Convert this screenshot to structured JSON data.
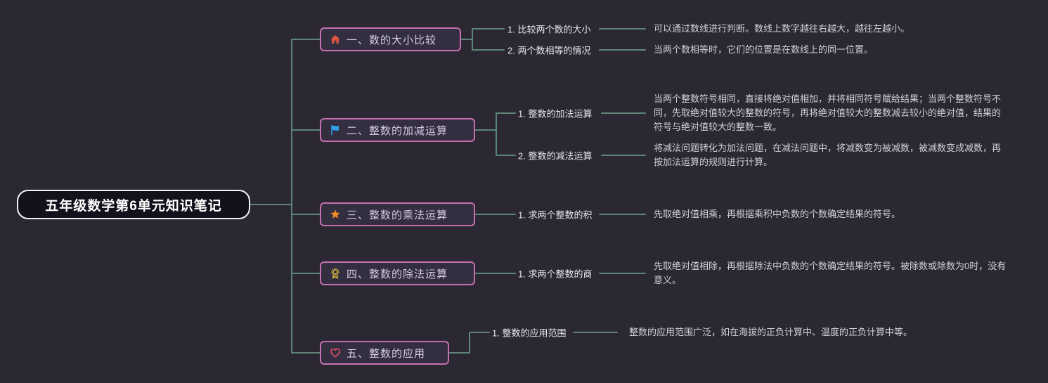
{
  "root": {
    "label": "五年级数学第6单元知识笔记"
  },
  "branches": [
    {
      "label": "一、数的大小比较",
      "icon": "home-icon",
      "children": [
        {
          "topic": "1. 比较两个数的大小",
          "detail": "可以通过数线进行判断。数线上数字越往右越大，越往左越小。"
        },
        {
          "topic": "2. 两个数相等的情况",
          "detail": "当两个数相等时，它们的位置是在数线上的同一位置。"
        }
      ]
    },
    {
      "label": "二、整数的加减运算",
      "icon": "flag-icon",
      "children": [
        {
          "topic": "1. 整数的加法运算",
          "detail": "当两个整数符号相同，直接将绝对值相加，并将相同符号赋给结果；当两个整数符号不同，先取绝对值较大的整数的符号，再将绝对值较大的整数减去较小的绝对值，结果的符号与绝对值较大的整数一致。"
        },
        {
          "topic": "2. 整数的减法运算",
          "detail": "将减法问题转化为加法问题，在减法问题中，将减数变为被减数，被减数变成减数，再按加法运算的规则进行计算。"
        }
      ]
    },
    {
      "label": "三、整数的乘法运算",
      "icon": "star-icon",
      "children": [
        {
          "topic": "1. 求两个整数的积",
          "detail": "先取绝对值相乘，再根据乘积中负数的个数确定结果的符号。"
        }
      ]
    },
    {
      "label": "四、整数的除法运算",
      "icon": "medal-icon",
      "children": [
        {
          "topic": "1. 求两个整数的商",
          "detail": "先取绝对值相除，再根据除法中负数的个数确定结果的符号。被除数或除数为0时，没有意义。"
        }
      ]
    },
    {
      "label": "五、整数的应用",
      "icon": "heart-icon",
      "children": [
        {
          "topic": "1. 整数的应用范围",
          "detail": "整数的应用范围广泛，如在海拔的正负计算中、温度的正负计算中等。"
        }
      ]
    }
  ],
  "colors": {
    "background": "#2b2733",
    "connector_line": "#5c8677",
    "branch_border": "#c76fb0",
    "branch_fill": "#332e40",
    "branch_text": "#d3cbe6",
    "root_border": "#f2f1f5",
    "root_fill": "#14111c",
    "root_text": "#ffffff",
    "subtopic_text": "#e9e7ef",
    "detail_text": "#d4d1da",
    "icon_home": "#dd5344",
    "icon_flag": "#2e9fe6",
    "icon_star": "#ef8a2b",
    "icon_medal": "#e9c63d",
    "icon_heart": "#e64e68"
  }
}
